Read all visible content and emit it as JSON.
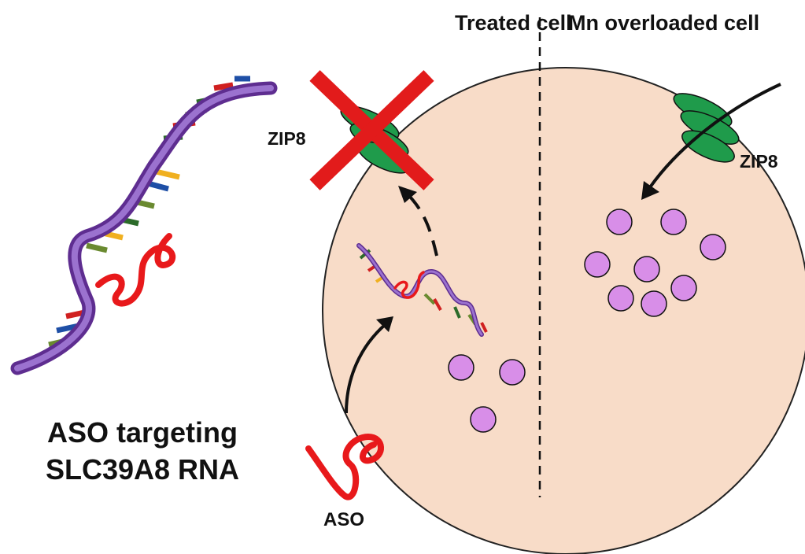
{
  "labels": {
    "treated_cell": "Treated cell",
    "mn_overloaded_cell": "Mn overloaded cell",
    "zip8_left": "ZIP8",
    "zip8_right": "ZIP8",
    "aso": "ASO"
  },
  "caption": {
    "line1": "ASO targeting",
    "line2": "SLC39A8 RNA"
  },
  "colors": {
    "cell_fill": "#f8dcc8",
    "transporter": "#1f9b4b",
    "cross": "#e21b1b",
    "aso": "#e8191b",
    "rna_backbone": "#7a4ab3",
    "manganese": "#d88ee8"
  },
  "icons": {
    "transporter": "zip8-transporter-icon",
    "block": "red-cross-icon",
    "molecule": "manganese-ion-icon",
    "oligo": "aso-strand-icon",
    "rna": "rna-helix-icon"
  }
}
